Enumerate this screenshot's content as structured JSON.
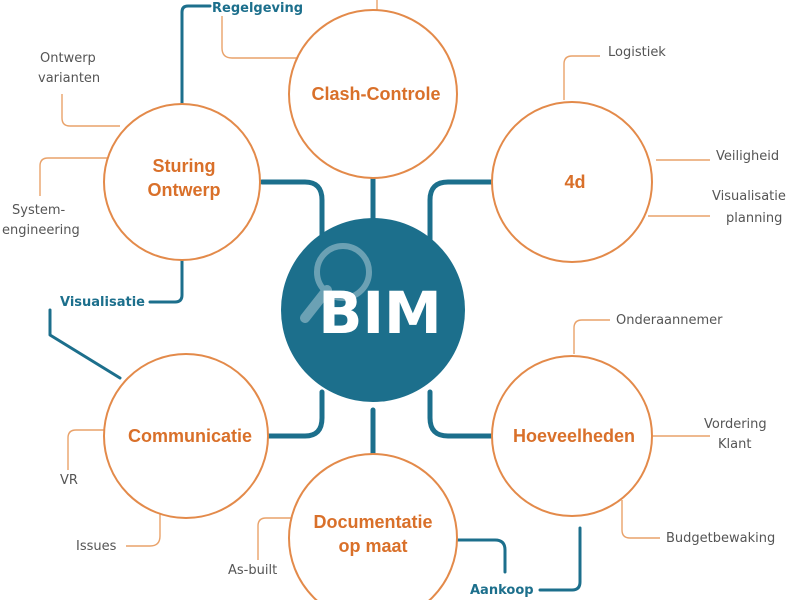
{
  "center": {
    "label": "BIM",
    "icon": "magnifier-icon"
  },
  "nodes": {
    "clash": {
      "label": "Clash-Controle"
    },
    "sturing": {
      "line1": "Sturing",
      "line2": "Ontwerp"
    },
    "fourd": {
      "label": "4d"
    },
    "hoeveelheden": {
      "label": "Hoeveelheden"
    },
    "documentatie": {
      "line1": "Documentatie",
      "line2": "op maat"
    },
    "communicatie": {
      "label": "Communicatie"
    }
  },
  "leaves": {
    "regelgeving": "Regelgeving",
    "ontwerp_varianten_1": "Ontwerp",
    "ontwerp_varianten_2": "varianten",
    "system_engineering_1": "System-",
    "system_engineering_2": "engineering",
    "visualisatie": "Visualisatie",
    "logistiek": "Logistiek",
    "veiligheid": "Veiligheid",
    "visualisatie_planning_1": "Visualisatie",
    "visualisatie_planning_2": "planning",
    "onderaannemer": "Onderaannemer",
    "vordering_klant_1": "Vordering",
    "vordering_klant_2": "Klant",
    "budgetbewaking": "Budgetbewaking",
    "aankoop": "Aankoop",
    "as_built": "As-built",
    "vr": "VR",
    "issues": "Issues"
  },
  "colors": {
    "primary_blue": "#1c6f8c",
    "node_orange": "#d9702a",
    "outline_orange": "#e38a4a",
    "leaf_gray": "#555555"
  }
}
